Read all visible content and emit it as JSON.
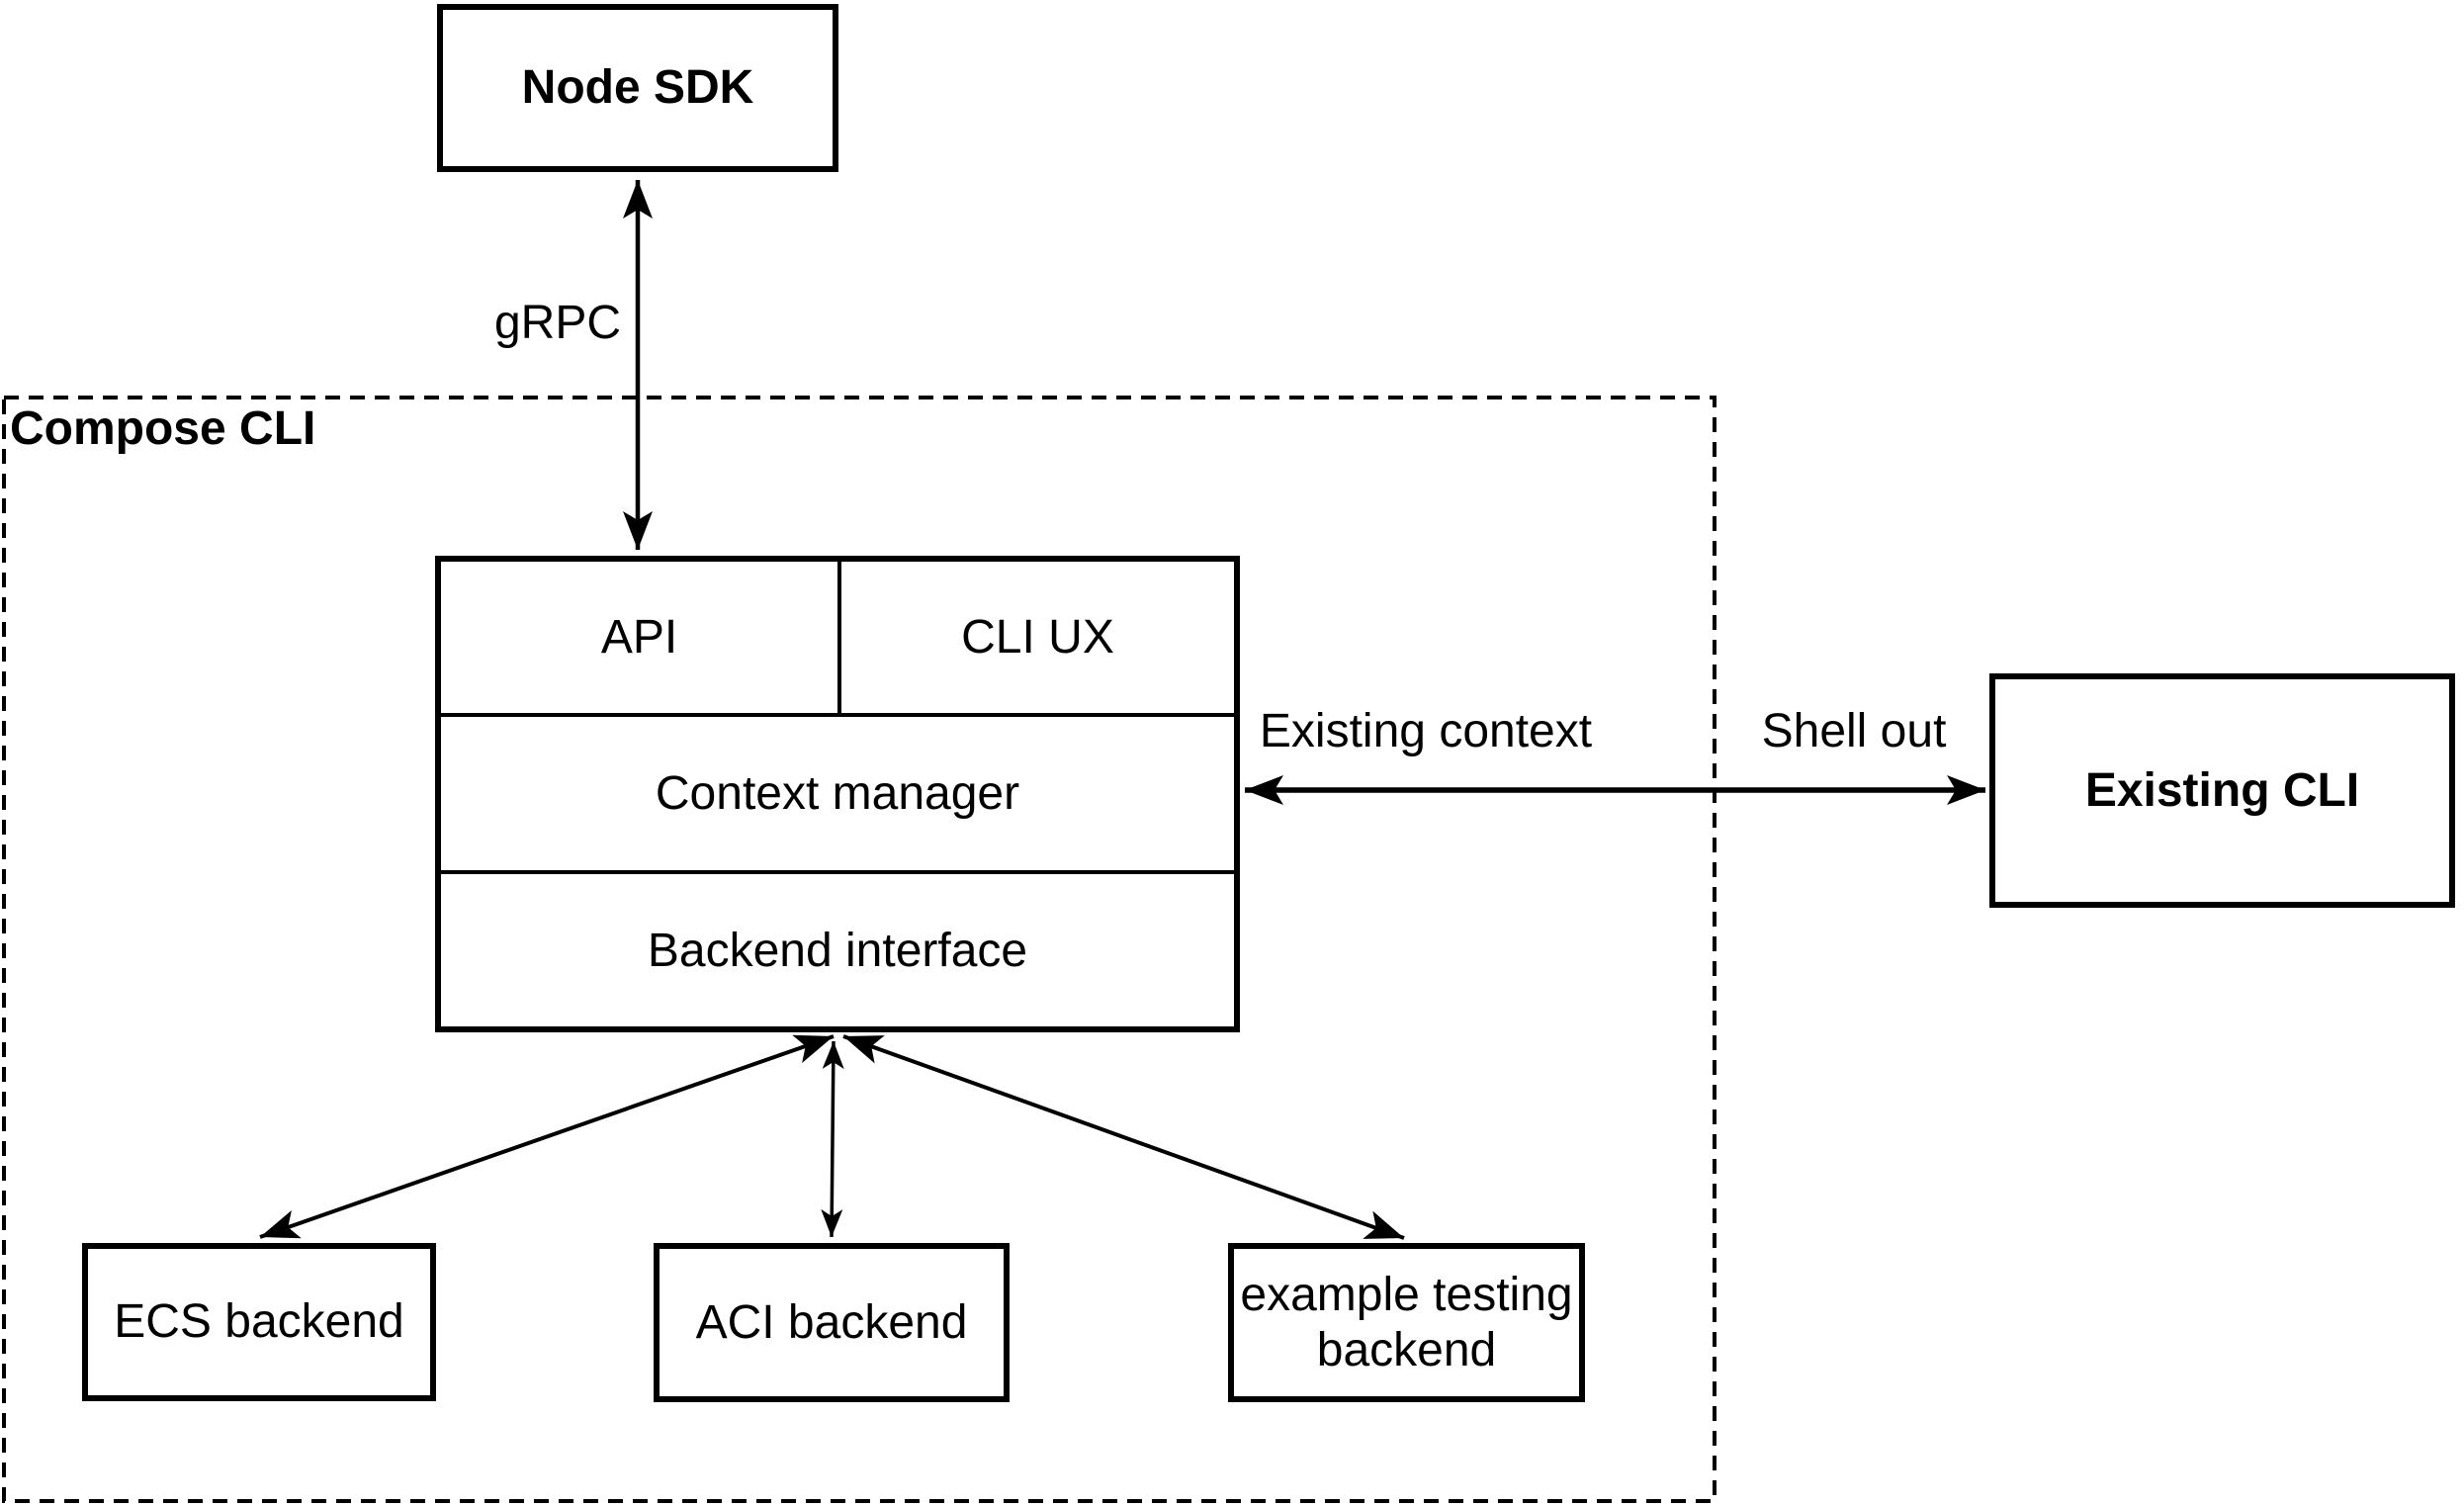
{
  "canvas": {
    "background": "#ffffff",
    "stroke_color": "#000000",
    "text_color": "#000000"
  },
  "container": {
    "label": "Compose CLI"
  },
  "nodes": {
    "node_sdk": {
      "label": "Node SDK"
    },
    "api": {
      "label": "API"
    },
    "cli_ux": {
      "label": "CLI UX"
    },
    "context_manager": {
      "label": "Context manager"
    },
    "backend_interface": {
      "label": "Backend interface"
    },
    "existing_cli": {
      "label": "Existing CLI"
    },
    "ecs_backend": {
      "label": "ECS backend"
    },
    "aci_backend": {
      "label": "ACI backend"
    },
    "example_testing_backend": {
      "label": "example testing backend"
    }
  },
  "edges": {
    "grpc": {
      "label": "gRPC",
      "from": "node_sdk",
      "to": "api",
      "bidirectional": true
    },
    "existing_cli_link": {
      "label_inside": "Existing context",
      "label_outside": "Shell out",
      "from": "context_manager",
      "to": "existing_cli",
      "bidirectional": true
    },
    "backend_ecs": {
      "from": "backend_interface",
      "to": "ecs_backend",
      "bidirectional": true
    },
    "backend_aci": {
      "from": "backend_interface",
      "to": "aci_backend",
      "bidirectional": true
    },
    "backend_example": {
      "from": "backend_interface",
      "to": "example_testing_backend",
      "bidirectional": true
    }
  }
}
